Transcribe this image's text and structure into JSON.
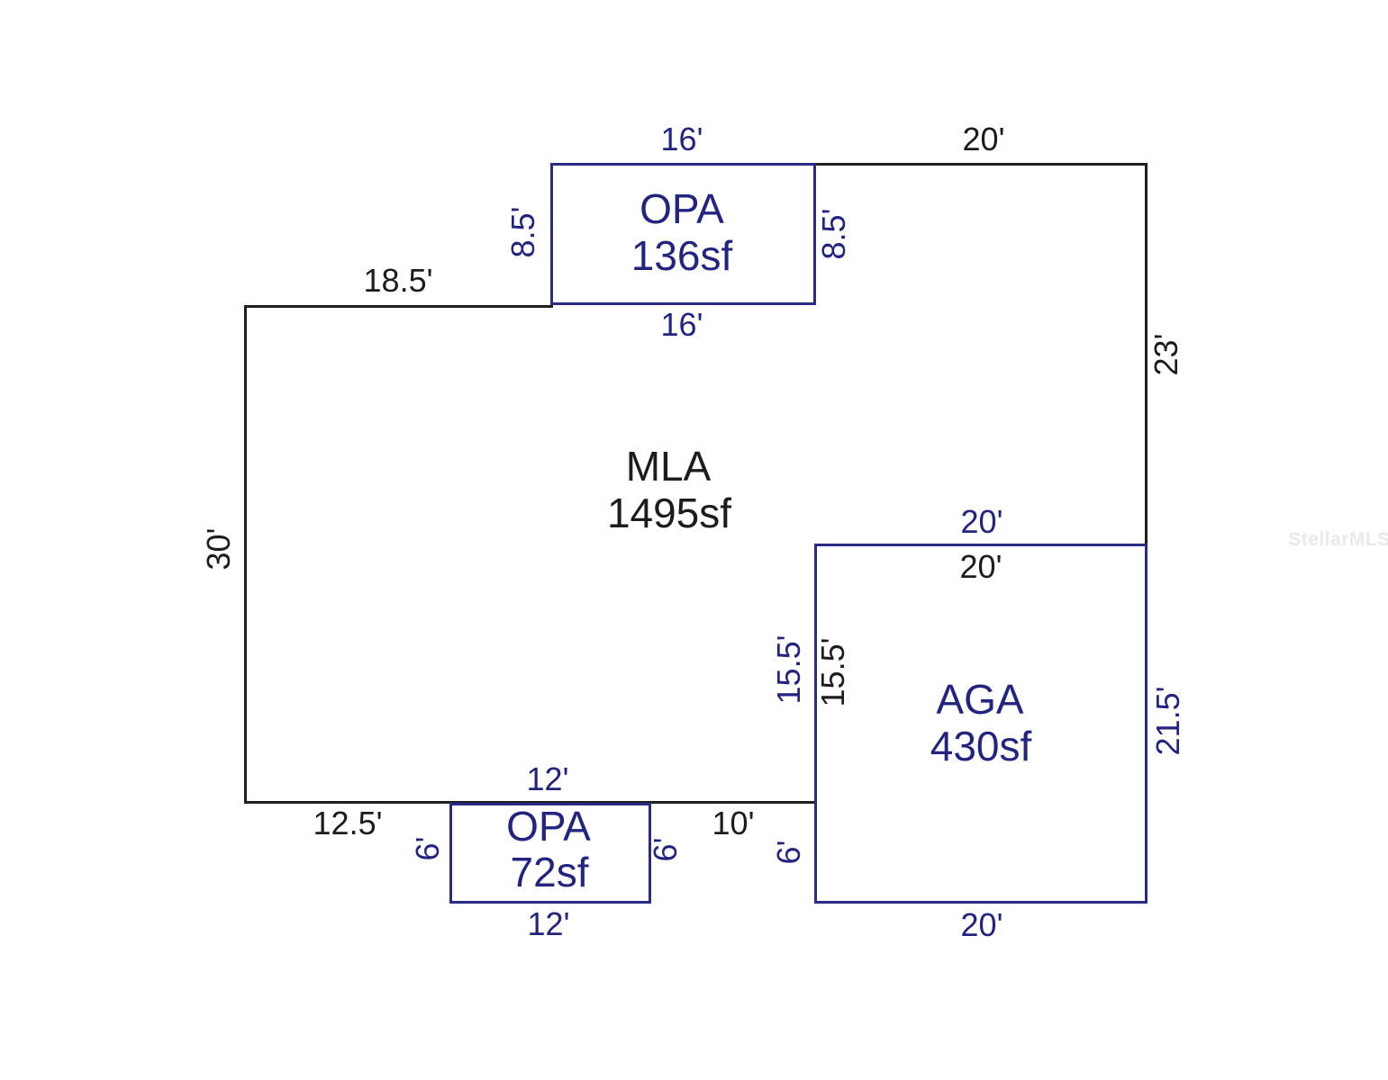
{
  "watermark": "StellarMLS",
  "colors": {
    "background": "#ffffff",
    "mla_wall": "#1f1f1f",
    "mla_text": "#1c1c1c",
    "area_outline_navy": "#2b2b85",
    "area_text_navy": "#232380",
    "watermark_gray": "#e9e9e9"
  },
  "areas": {
    "mla": {
      "name": "MLA",
      "size": "1495sf",
      "dims": {
        "top_left": "18.5'",
        "top_right": "20'",
        "right": "23'",
        "left": "30'",
        "bottom_left": "12.5'",
        "bottom_right": "10'",
        "inner_top": "20'",
        "inner_left": "15.5'"
      }
    },
    "opa_top": {
      "name": "OPA",
      "size": "136sf",
      "dims": {
        "top": "16'",
        "bottom": "16'",
        "left": "8.5'",
        "right": "8.5'"
      }
    },
    "aga": {
      "name": "AGA",
      "size": "430sf",
      "dims": {
        "top": "20'",
        "left_upper": "15.5'",
        "left_lower": "6'",
        "right": "21.5'",
        "bottom": "20'"
      }
    },
    "opa_bottom": {
      "name": "OPA",
      "size": "72sf",
      "dims": {
        "top": "12'",
        "bottom": "12'",
        "left": "6'",
        "right": "6'"
      }
    }
  }
}
